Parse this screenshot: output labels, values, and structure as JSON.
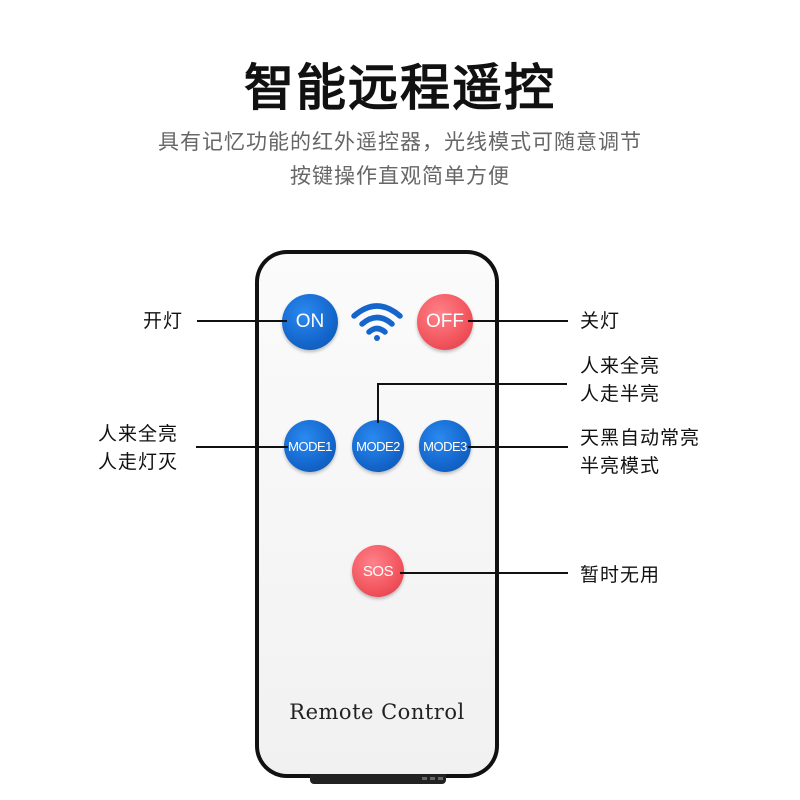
{
  "header": {
    "title": "智能远程遥控",
    "subtitle_line1": "具有记忆功能的红外遥控器，光线模式可随意调节",
    "subtitle_line2": "按键操作直观简单方便"
  },
  "remote": {
    "label": "Remote Control",
    "buttons": {
      "on": "ON",
      "off": "OFF",
      "mode1": "MODE1",
      "mode2": "MODE2",
      "mode3": "MODE3",
      "sos": "SOS"
    },
    "signal_icon": "wifi-icon",
    "colors": {
      "blue": "#1466cc",
      "red": "#f2545d"
    }
  },
  "callouts": {
    "on": [
      "开灯"
    ],
    "off": [
      "关灯"
    ],
    "mode1": [
      "人来全亮",
      "人走灯灭"
    ],
    "mode2": [
      "人来全亮",
      "人走半亮"
    ],
    "mode3": [
      "天黑自动常亮",
      "半亮模式"
    ],
    "sos": [
      "暂时无用"
    ]
  }
}
